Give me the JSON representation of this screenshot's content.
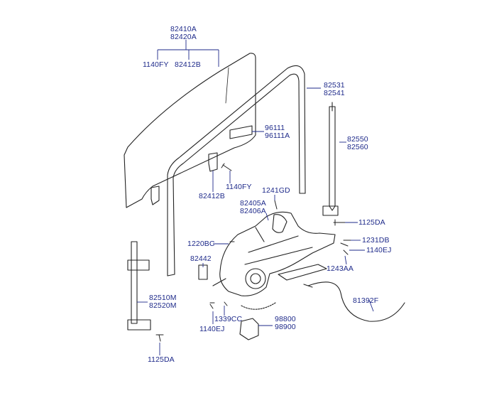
{
  "diagram": {
    "colors": {
      "label": "#1e2a8a",
      "line": "#222222",
      "leader": "#1e2a8a",
      "background": "#ffffff"
    },
    "labels": {
      "glass": [
        "82410A",
        "82420A"
      ],
      "bolt_upper_left": "1140FY",
      "glass_holder_top": "82412B",
      "channel_right": [
        "82531",
        "82541"
      ],
      "glass_tape": [
        "96111",
        "96111A"
      ],
      "guide_rail_right": [
        "82550",
        "82560"
      ],
      "glass_holder_mid": "82412B",
      "bolt_mid": "1140FY",
      "bolt_1241": "1241GD",
      "regulator": [
        "82405A",
        "82406A"
      ],
      "bolt_1125_right": "1125DA",
      "bolt_1231": "1231DB",
      "bolt_1140ej_right": "1140EJ",
      "bolt_1243": "1243AA",
      "bolt_1220": "1220BC",
      "part_82442": "82442",
      "cable": "81392F",
      "guide_rail_left": [
        "82510M",
        "82520M"
      ],
      "bolt_1339": "1339CC",
      "bolt_1140ej_left": "1140EJ",
      "motor": [
        "98800",
        "98900"
      ],
      "bolt_1125_left": "1125DA"
    }
  }
}
